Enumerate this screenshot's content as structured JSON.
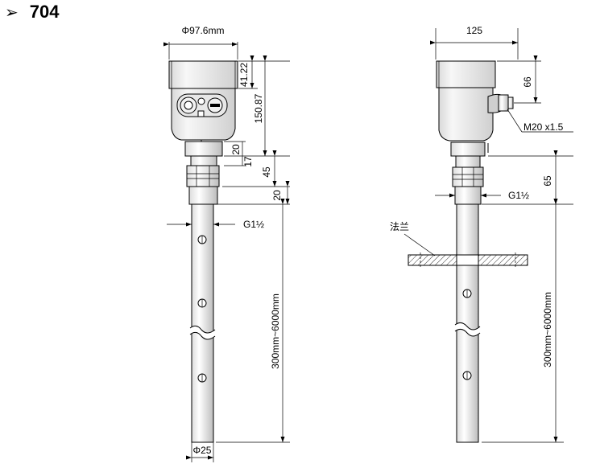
{
  "title": {
    "bullet": "➢",
    "number": "704"
  },
  "left_view": {
    "housing_diameter": "Φ97.6mm",
    "cap_height": "41.22",
    "housing_height": "150.87",
    "neck_1": "20",
    "neck_2": "17",
    "neck_total": "45",
    "thread_length": "20",
    "thread": "G1½",
    "rod_length": "300mm~6000mm",
    "rod_diameter": "Φ25"
  },
  "right_view": {
    "housing_width": "125",
    "cap_height": "66",
    "cable_gland": "M20 x1.5",
    "neck_height": "65",
    "thread": "G1½",
    "flange_label": "法兰",
    "rod_length": "300mm~6000mm"
  }
}
